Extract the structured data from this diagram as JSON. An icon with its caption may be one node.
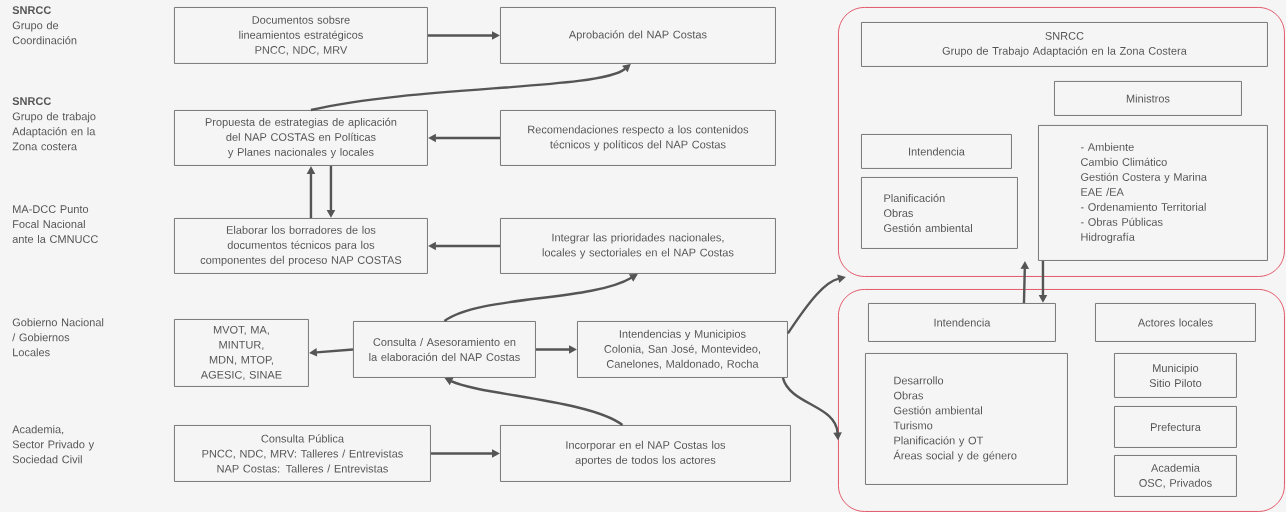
{
  "diagram": {
    "nodes": [
      {
        "text": [
          "Documentos  sobsre lineamientos estratégicos PNCC, NDC, MRV"
        ]
      },
      {
        "text": [
          "Aprobación del NAP Costas"
        ]
      },
      {
        "text": [
          "Propuesta de estrategias de aplicación del NAP COSTAS en Políticas y Planes nacionales y locales"
        ]
      },
      {
        "text": [
          "Recomendaciones respecto a los contenidos técnicos y políticos del NAP Costas"
        ]
      },
      {
        "text": [
          "Elaborar los borradores de los documentos técnicos para los componentes del proceso NAP COSTAS"
        ]
      },
      {
        "text": [
          "Integrar las prioridades nacionales, locales y sectoriales en el NAP Costas"
        ]
      },
      {
        "text": [
          "MVOT, MA, MINTUR, MDN, MTOP, AGESIC, SINAE"
        ]
      },
      {
        "text": [
          "Consulta / Asesoramiento en la elaboración del NAP Costas"
        ]
      },
      {
        "text": [
          "Intendencias y Municipios Colonia, San José, Montevideo, Canelones, Maldonado, Rocha"
        ]
      },
      {
        "text": [
          "Consulta Pública",
          "PNCC, NDC, MRV: Talleres / Entrevistas",
          "NAP Costas: Talleres / Entrevistas"
        ]
      },
      {
        "text": [
          "Incorporar en el NAP Costas los aportes de todos los actores"
        ]
      },
      {
        "text": [],
        "shape": "box"
      },
      {
        "text": [
          "SNRCC",
          "Grupo de Trabajo Adaptación en la Zona Costera"
        ],
        "in": 11
      },
      {
        "text": [
          "Ministros"
        ],
        "in": 11
      },
      {
        "text": [
          "Intendencia"
        ],
        "in": 11
      },
      {
        "text": [
          "Planificación",
          "Obras",
          "Gestión ambiental"
        ],
        "in": 11
      },
      {
        "text": [
          "- Ambiente",
          "Cambio Climático",
          "Gestión Costera y Marina",
          "EAE /EA",
          "- Ordenamiento Territorial",
          "- Obras Públicas",
          "Hidrografía"
        ],
        "in": 11
      },
      {
        "text": [],
        "shape": "box"
      },
      {
        "text": [
          "Intendencia"
        ],
        "in": 17
      },
      {
        "text": [
          "Actores locales"
        ],
        "in": 17
      },
      {
        "text": [
          "Desarrollo",
          "Obras",
          "Gestión ambiental",
          "Turismo",
          "Planificación y OT",
          "Áreas social y de género"
        ],
        "in": 17
      },
      {
        "text": [
          "Municipio Sitio Piloto"
        ],
        "in": 17
      },
      {
        "text": [
          "Prefectura"
        ],
        "in": 17
      },
      {
        "text": [
          "Academia OSC, Privados"
        ],
        "in": 17
      }
    ],
    "edges": [
      {
        "from": 0,
        "to": 1,
        "arrow": "to"
      },
      {
        "from": 2,
        "to": 1,
        "arrow": "to"
      },
      {
        "from": 3,
        "to": 2,
        "arrow": "to"
      },
      {
        "from": 4,
        "to": 2,
        "arrow": "to"
      },
      {
        "from": 2,
        "to": 4,
        "arrow": "to"
      },
      {
        "from": 5,
        "to": 4,
        "arrow": "to"
      },
      {
        "from": 7,
        "to": 6,
        "arrow": "to"
      },
      {
        "from": 7,
        "to": 5,
        "arrow": "to"
      },
      {
        "from": 7,
        "to": 8,
        "arrow": "to"
      },
      {
        "from": 10,
        "to": 7,
        "arrow": "to"
      },
      {
        "from": 9,
        "to": 10,
        "arrow": "to"
      },
      {
        "from": 8,
        "to": 11,
        "arrow": "to"
      },
      {
        "from": 8,
        "to": 17,
        "arrow": "to"
      },
      {
        "from": 18,
        "to": 16,
        "arrow": "to"
      },
      {
        "from": 16,
        "to": 18,
        "arrow": "to"
      }
    ],
    "labels": [
      "SNRCC",
      "Grupo de Coordinación",
      "SNRCC",
      "Grupo de trabajo Adaptación en la Zona costera",
      "MA-DCC Punto Focal Nacional ante la CMNUCC",
      "Gobierno Nacional / Gobiernos Locales",
      "Academia, Sector Privado y Sociedad Civil"
    ]
  }
}
